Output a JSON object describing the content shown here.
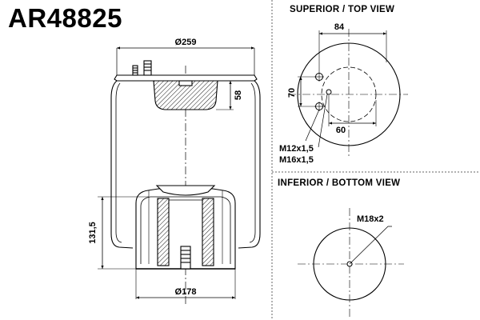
{
  "part_code": "AR48825",
  "views": {
    "top": {
      "title": "SUPERIOR / TOP VIEW"
    },
    "bottom": {
      "title": "INFERIOR / BOTTOM VIEW"
    }
  },
  "dimensions": {
    "top_diameter": "Ø259",
    "bottom_diameter": "Ø178",
    "upper_plate_height": "58",
    "overall_height": "131,5",
    "top_stud_spacing": "84",
    "top_vertical_offset": "70",
    "top_air_inlet_offset": "60",
    "top_stud_thread": "M12x1,5",
    "top_air_thread": "M16x1,5",
    "bottom_thread": "M18x2"
  },
  "colors": {
    "line": "#000000",
    "border": "#555555",
    "background": "#ffffff"
  }
}
